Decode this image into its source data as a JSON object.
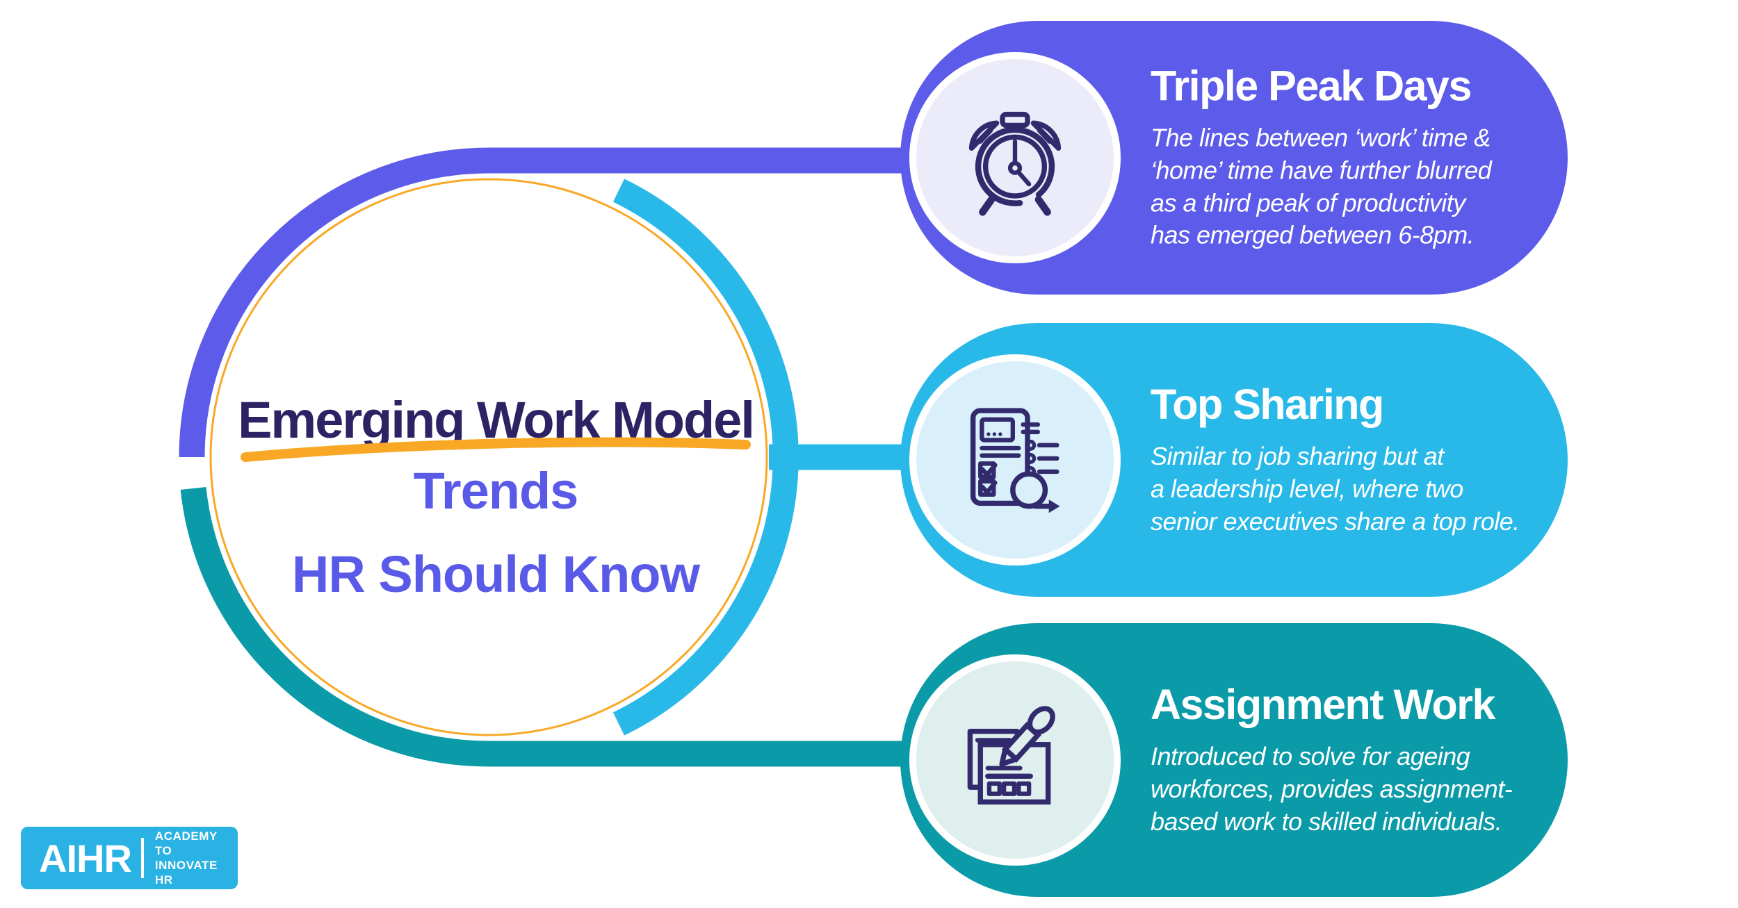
{
  "center": {
    "title_line1": "Emerging Work Model",
    "title_line2": "Trends",
    "title_line3": "HR Should Know"
  },
  "cards": [
    {
      "id": "triple-peak-days",
      "title": "Triple Peak Days",
      "body": "The lines between ‘work’ time &\n‘home’ time have further blurred\nas a third peak of productivity\nhas emerged between 6-8pm.",
      "color": "#5D5BE9",
      "tint": "#ECEBF9",
      "icon": "alarm-clock"
    },
    {
      "id": "top-sharing",
      "title": "Top Sharing",
      "body": "Similar to job sharing but at\na leadership level, where two\nsenior executives share a top role.",
      "color": "#29B9E9",
      "tint": "#D9EFFA",
      "icon": "checklist-with-loop-arrow"
    },
    {
      "id": "assignment-work",
      "title": "Assignment Work",
      "body": " Introduced to solve for ageing\nworkforces, provides assignment-\nbased work to skilled individuals.",
      "color": "#0B9BA8",
      "tint": "#DFEFED",
      "icon": "documents-with-pen"
    }
  ],
  "logo": {
    "brand": "AIHR",
    "tagline_line1": "ACADEMY TO",
    "tagline_line2": "INNOVATE HR",
    "color": "#29B2E3"
  },
  "colors": {
    "purple": "#5D5BE9",
    "cyan": "#29B9E9",
    "teal": "#0B9BA8",
    "orange": "#F9A826",
    "navy_title": "#2B2363",
    "purple_title": "#5A5AE8",
    "icon_stroke": "#312A6D",
    "background": "#FFFFFF"
  }
}
